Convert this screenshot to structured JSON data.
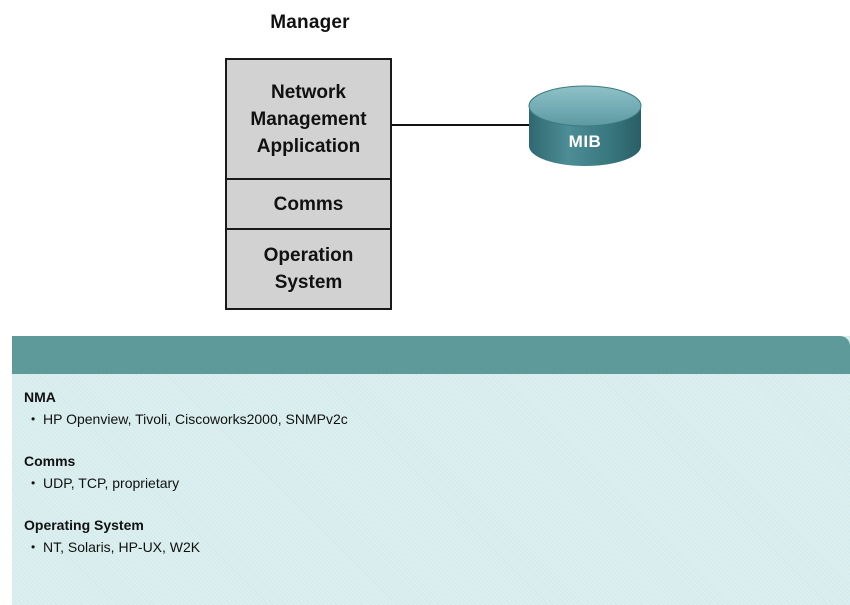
{
  "diagram": {
    "manager_title": "Manager",
    "stack": {
      "nma_lines": [
        "Network",
        "Management",
        "Application"
      ],
      "comms": "Comms",
      "os_lines": [
        "Operation",
        "System"
      ]
    },
    "database_label": "MIB",
    "colors": {
      "stack_fill": "#d2d2d2",
      "database_fill": "#3c7a82",
      "panel_header": "#5e9a9a",
      "panel_body": "#d6ecec"
    }
  },
  "panel": {
    "sections": [
      {
        "title": "NMA",
        "item": "HP Openview, Tivoli, Ciscoworks2000, SNMPv2c"
      },
      {
        "title": "Comms",
        "item": "UDP, TCP, proprietary"
      },
      {
        "title": "Operating System",
        "item": "NT, Solaris, HP-UX, W2K"
      }
    ]
  }
}
